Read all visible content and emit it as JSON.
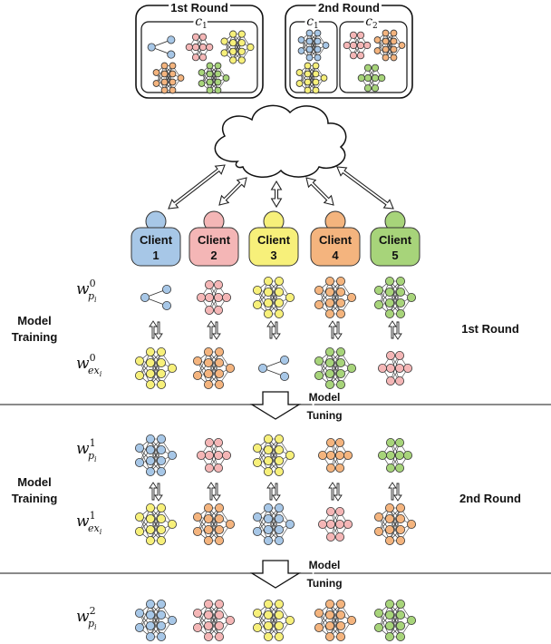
{
  "header": {
    "round1_title": "1st Round",
    "round2_title": "2nd Round",
    "cluster1_label": "c",
    "cluster1_sub": "1",
    "cluster2_label": "c",
    "cluster2_sub": "2"
  },
  "clients": [
    {
      "name": "Client",
      "number": "1",
      "color": "#a7c7e7"
    },
    {
      "name": "Client",
      "number": "2",
      "color": "#f4b6b6"
    },
    {
      "name": "Client",
      "number": "3",
      "color": "#f7f07a"
    },
    {
      "name": "Client",
      "number": "4",
      "color": "#f4b47e"
    },
    {
      "name": "Client",
      "number": "5",
      "color": "#a7d47a"
    }
  ],
  "colors": {
    "blue": "#a7c7e7",
    "pink": "#f4b6b6",
    "yellow": "#f7f07a",
    "orange": "#f4b47e",
    "green": "#a7d47a"
  },
  "labels": {
    "model_training_line1": "Model",
    "model_training_line2": "Training",
    "model_tuning_line1": "Model",
    "model_tuning_line2": "Tuning",
    "round1": "1st Round",
    "round2": "2nd Round"
  },
  "math_rows": [
    {
      "base": "w",
      "sup": "0",
      "sub": "p",
      "subsub": "i"
    },
    {
      "base": "w",
      "sup": "0",
      "sub": "ex",
      "subsub": "i"
    },
    {
      "base": "w",
      "sup": "1",
      "sub": "p",
      "subsub": "i"
    },
    {
      "base": "w",
      "sup": "1",
      "sub": "ex",
      "subsub": "i"
    },
    {
      "base": "w",
      "sup": "2",
      "sub": "p",
      "subsub": "i"
    }
  ],
  "network_rows": [
    [
      "blue-small",
      "pink-medium",
      "yellow-large",
      "orange-large",
      "green-large"
    ],
    [
      "yellow-large",
      "orange-large",
      "blue-small",
      "green-large",
      "pink-medium"
    ],
    [
      "blue-large",
      "pink-medium",
      "yellow-large",
      "orange-medium",
      "green-medium"
    ],
    [
      "yellow-large",
      "orange-large",
      "blue-large",
      "pink-medium",
      "orange-large"
    ],
    [
      "blue-large",
      "pink-large",
      "yellow-large",
      "orange-large",
      "green-large"
    ]
  ],
  "icons": [
    "cloud-icon",
    "user-icon",
    "bidirectional-arrow-icon",
    "down-arrow-icon",
    "neural-network-icon"
  ]
}
